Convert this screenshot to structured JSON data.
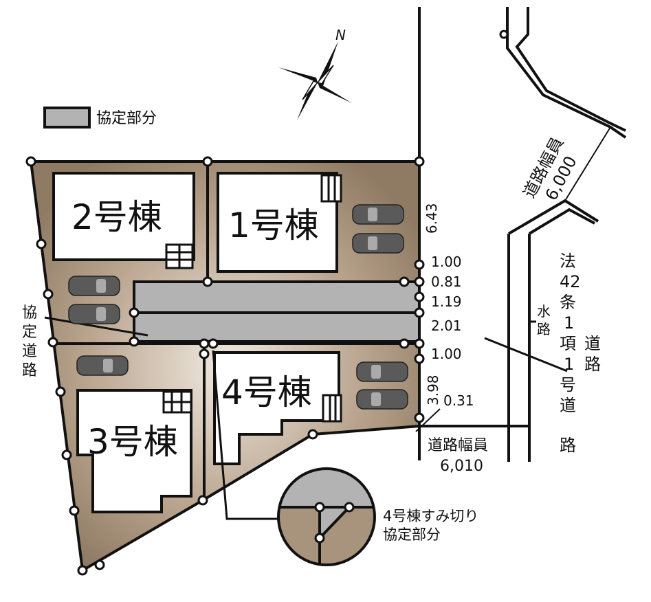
{
  "compass": {
    "north_label": "N"
  },
  "legend": {
    "label": "協定部分",
    "swatch_color": "#b3b3b3"
  },
  "colors": {
    "lot": "#a8937c",
    "agreement": "#b3b3b3",
    "line": "#111111"
  },
  "buildings": [
    {
      "label": "1号棟"
    },
    {
      "label": "2号棟"
    },
    {
      "label": "3号棟"
    },
    {
      "label": "4号棟"
    }
  ],
  "left_label": [
    "協",
    "定",
    "道",
    "路"
  ],
  "dimensions": {
    "d643": "6.43",
    "d100a": "1.00",
    "d081": "0.81",
    "d119": "1.19",
    "d201": "2.01",
    "d100b": "1.00",
    "d398": "3.98",
    "d031": "0.31"
  },
  "roads": {
    "south_title": "道路幅員",
    "south_width": "6,010",
    "ne_title": "道路幅員",
    "ne_width": "6,000",
    "waterway": [
      "水",
      "路"
    ],
    "legal": [
      "法",
      "42",
      "条",
      "1",
      "項",
      "1",
      "号",
      "道",
      "路"
    ],
    "road": [
      "道",
      "路"
    ]
  },
  "detail": {
    "line1": "4号棟すみ切り",
    "line2": "協定部分"
  }
}
